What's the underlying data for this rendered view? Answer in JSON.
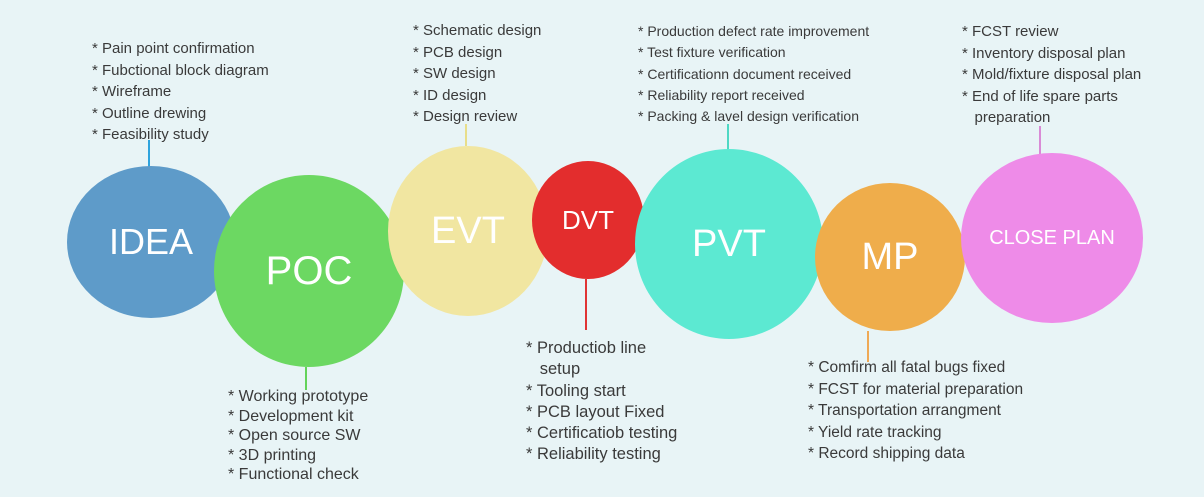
{
  "colors": {
    "background": "#e8f4f6",
    "text": "#3a3a3a"
  },
  "phases": [
    {
      "key": "idea",
      "label": "IDEA",
      "color": "#5e9bc9",
      "connector_color": "#2ea3dd",
      "notes": [
        "* Pain point confirmation",
        "* Fubctional block diagram",
        "* Wireframe",
        "* Outline drewing",
        "* Feasibility study"
      ]
    },
    {
      "key": "poc",
      "label": "POC",
      "color": "#6cd862",
      "connector_color": "#63d35a",
      "notes": [
        "* Working prototype",
        "* Development kit",
        "* Open source SW",
        "* 3D printing",
        "* Functional check"
      ]
    },
    {
      "key": "evt",
      "label": "EVT",
      "color": "#f1e6a1",
      "connector_color": "#e8de8a",
      "notes": [
        "* Schematic design",
        "* PCB design",
        "* SW design",
        "* ID design",
        "* Design review"
      ]
    },
    {
      "key": "dvt",
      "label": "DVT",
      "color": "#e32d2d",
      "connector_color": "#e03434",
      "notes": [
        "* Productiob line",
        "   setup",
        "* Tooling start",
        "* PCB layout Fixed",
        "* Certificatiob testing",
        "* Reliability testing"
      ]
    },
    {
      "key": "pvt",
      "label": "PVT",
      "color": "#5ce9d2",
      "connector_color": "#4fd8c4",
      "notes": [
        "* Production defect rate improvement",
        "* Test fixture verification",
        "* Certificationn document received",
        "* Reliability report received",
        "* Packing & lavel design verification"
      ]
    },
    {
      "key": "mp",
      "label": "MP",
      "color": "#efad4b",
      "connector_color": "#efa955",
      "notes": [
        "* Comfirm all fatal bugs fixed",
        "* FCST for material preparation",
        "* Transportation arrangment",
        "* Yield rate tracking",
        "* Record shipping data"
      ]
    },
    {
      "key": "close",
      "label": "CLOSE PLAN",
      "color": "#ee8be8",
      "connector_color": "#d98ad6",
      "notes": [
        "* FCST review",
        "* Inventory disposal plan",
        "* Mold/fixture disposal plan",
        "* End of life spare parts",
        "   preparation"
      ]
    }
  ]
}
